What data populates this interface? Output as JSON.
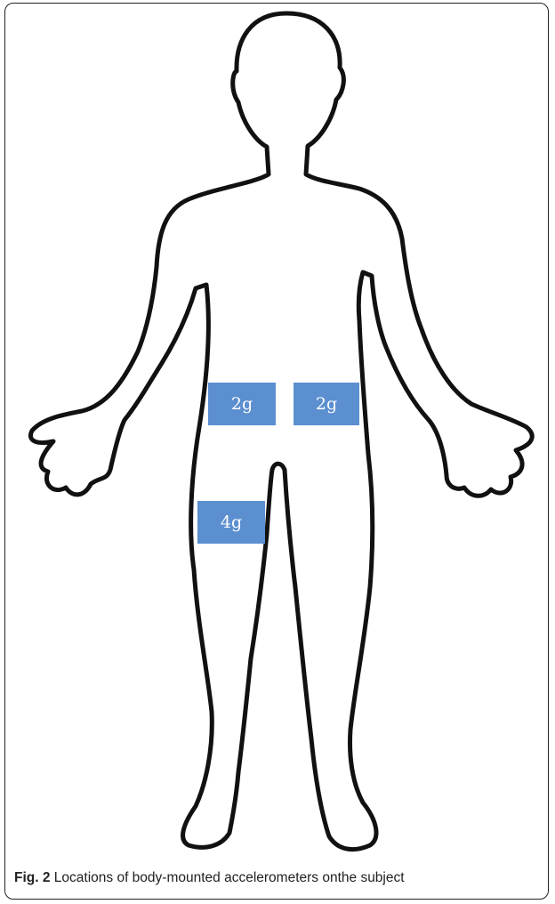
{
  "sensors": [
    {
      "label": "2g",
      "location": "left hip"
    },
    {
      "label": "2g",
      "location": "right hip"
    },
    {
      "label": "4g",
      "location": "thigh"
    }
  ],
  "caption": {
    "label": "Fig. 2",
    "text": " Locations of body-mounted accelerometers onthe subject"
  },
  "colors": {
    "sensor_fill": "#5b8fd0",
    "outline": "#111111"
  }
}
